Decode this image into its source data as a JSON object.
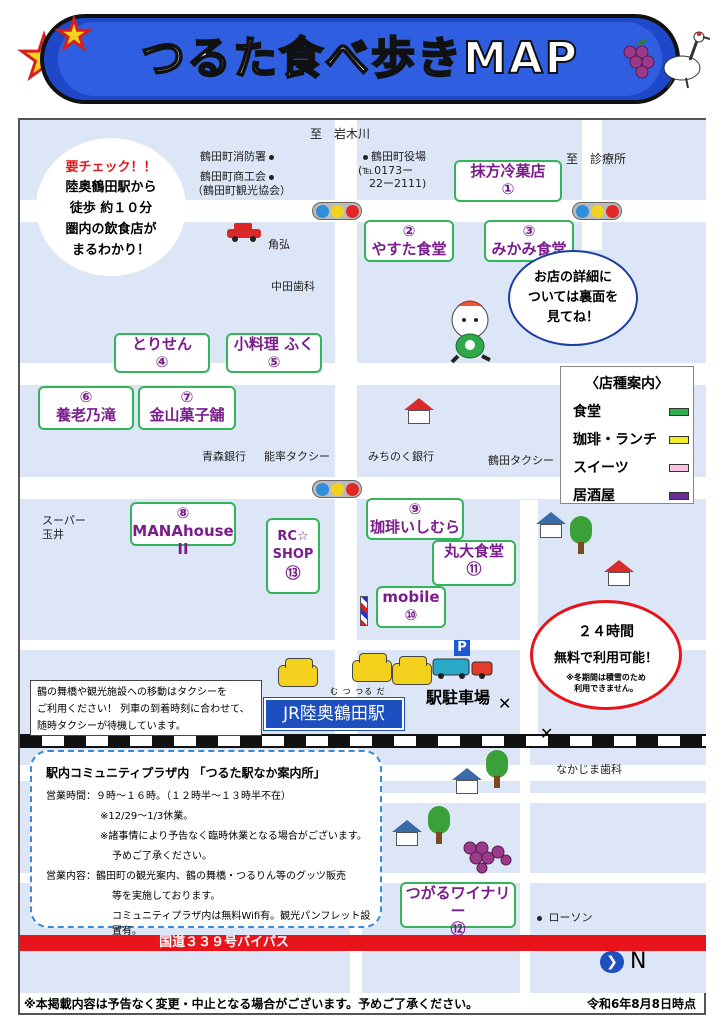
{
  "title": "つるた食べ歩きMAP",
  "places": {
    "north_direction": "至　岩木川",
    "east_direction": "至　診療所",
    "fire_station": "鶴田町消防署",
    "town_office": "鶴田町役場",
    "town_office_tel": "(℡0173ー\n　22ー2111)",
    "commerce": "鶴田町商工会",
    "tourism": "（鶴田町観光協会）",
    "kakuhiro": "角弘",
    "nakata_dental": "中田歯科",
    "aomori_bank": "青森銀行",
    "noai_taxi": "能率タクシー",
    "michinoku_bank": "みちのく銀行",
    "tsuruta_taxi": "鶴田タクシー",
    "supermarket": "スーパー\n玉井",
    "nakajima_dental": "なかじま歯科",
    "lawson": "ローソン",
    "station_ruby": "む つ つる だ",
    "station": "JR陸奥鶴田駅",
    "parking": "駅駐車場",
    "parking_p": "P",
    "bypass": "国道３３９号バイパス",
    "north": "N"
  },
  "check_note": {
    "title": "要チェック！！",
    "body": "陸奥鶴田駅から\n徒歩 約１０分\n圏内の飲食店が\nまるわかり！"
  },
  "mascot_bubble": "お店の詳細に\nついては裏面を\n見てね！",
  "legend": {
    "title": "〈店種案内〉",
    "items": [
      {
        "label": "食堂",
        "color": "#2fae4e"
      },
      {
        "label": "珈琲・ランチ",
        "color": "#f2ea22"
      },
      {
        "label": "スイーツ",
        "color": "#f6c3e6"
      },
      {
        "label": "居酒屋",
        "color": "#6a2a9a"
      }
    ]
  },
  "shops": [
    {
      "name": "抹方冷菓店",
      "num": "①"
    },
    {
      "name": "やすた食堂",
      "num": "②"
    },
    {
      "name": "みかみ食堂",
      "num": "③"
    },
    {
      "name": "とりせん",
      "num": "④"
    },
    {
      "name": "小料理 ふく",
      "num": "⑤"
    },
    {
      "name": "養老乃滝",
      "num": "⑥"
    },
    {
      "name": "金山菓子舗",
      "num": "⑦"
    },
    {
      "name": "MANAhouse II",
      "num": "⑧"
    },
    {
      "name": "珈琲いしむら",
      "num": "⑨"
    },
    {
      "name": "mobile",
      "num": "⑩"
    },
    {
      "name": "丸大食堂",
      "num": "⑪"
    },
    {
      "name": "つがるワイナリー",
      "num": "⑫"
    },
    {
      "name": "RC☆\nSHOP",
      "num": "⑬"
    }
  ],
  "parking_bubble": {
    "line1": "２４時間",
    "line2": "無料で利用可能！",
    "note": "※冬期間は積雪のため\n利用できません。"
  },
  "taxi_note": "鶴の舞橋や観光施設への移動はタクシーを\nご利用ください！ 列車の到着時刻に合わせて、\n随時タクシーが待機しています。",
  "info": {
    "title": "駅内コミュニティプラザ内 「つるた駅なか案内所」",
    "hours": "営業時間：９時～１６時。（１２時半～１３時半不在）",
    "holiday": "※12/29～1/3休業。",
    "closure": "※諸事情により予告なく臨時休業となる場合がございます。",
    "closure2": "予めご了承ください。",
    "content": "営業内容：鶴田町の観光案内、鶴の舞橋・つるりん等のグッツ販売",
    "content2": "等を実施しております。",
    "wifi": "コミュニティプラザ内は無料Wifi有。観光パンフレット設置有。"
  },
  "footer": {
    "disclaimer": "※本掲載内容は予告なく変更・中止となる場合がございます。予めご了承ください。",
    "date": "令和6年8月8日時点"
  }
}
